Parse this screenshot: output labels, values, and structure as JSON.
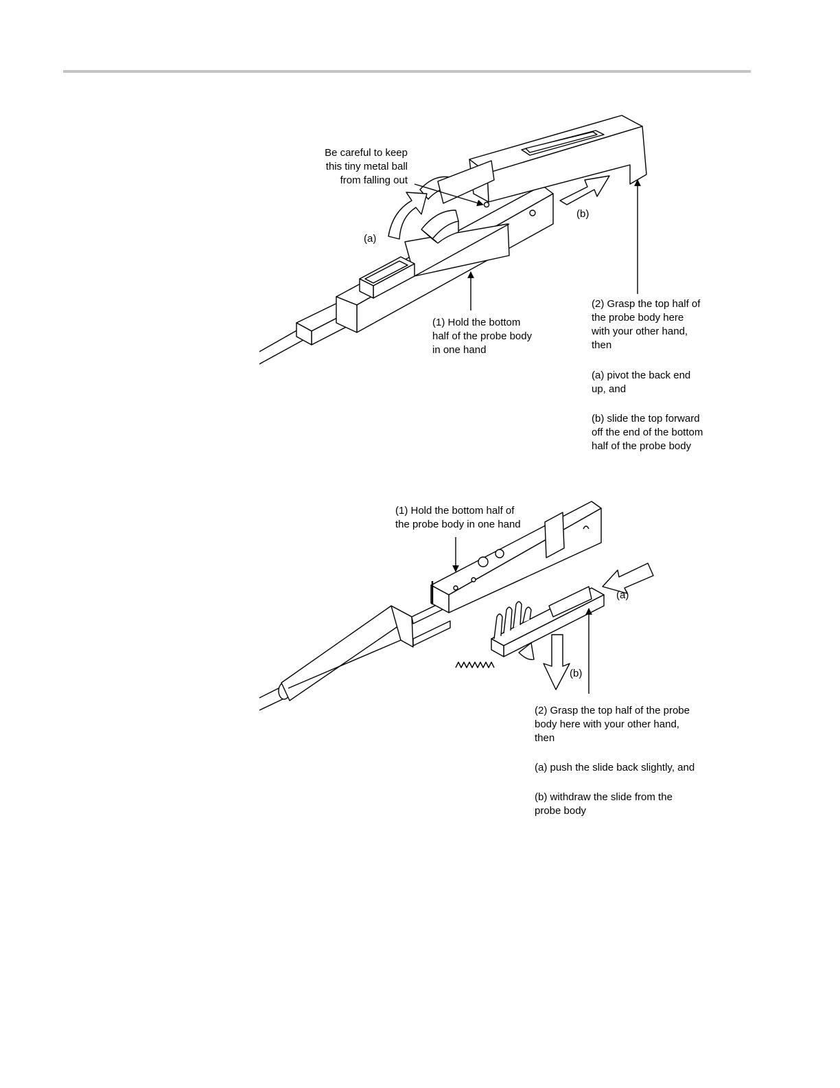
{
  "figure1": {
    "ball_note": "Be careful to keep\nthis tiny metal ball\nfrom falling out",
    "label_a": "(a)",
    "label_b": "(b)",
    "hold_note": "(1) Hold the bottom\nhalf of the probe body\nin one hand",
    "grasp_note": "(2)  Grasp the top half of\nthe probe body here\nwith your other hand,\nthen",
    "step_a": "(a) pivot the back end\nup, and",
    "step_b": "(b) slide the top forward\noff the end of the bottom\nhalf of the probe body"
  },
  "figure2": {
    "hold_note": "(1) Hold the bottom half of\nthe probe body in one hand",
    "label_a": "(a)",
    "label_b": "(b)",
    "grasp_note": "(2) Grasp the top half of the probe\nbody here with your other hand,\nthen",
    "step_a": "(a) push the slide back slightly, and",
    "step_b": "(b) withdraw the slide from the\nprobe body"
  }
}
